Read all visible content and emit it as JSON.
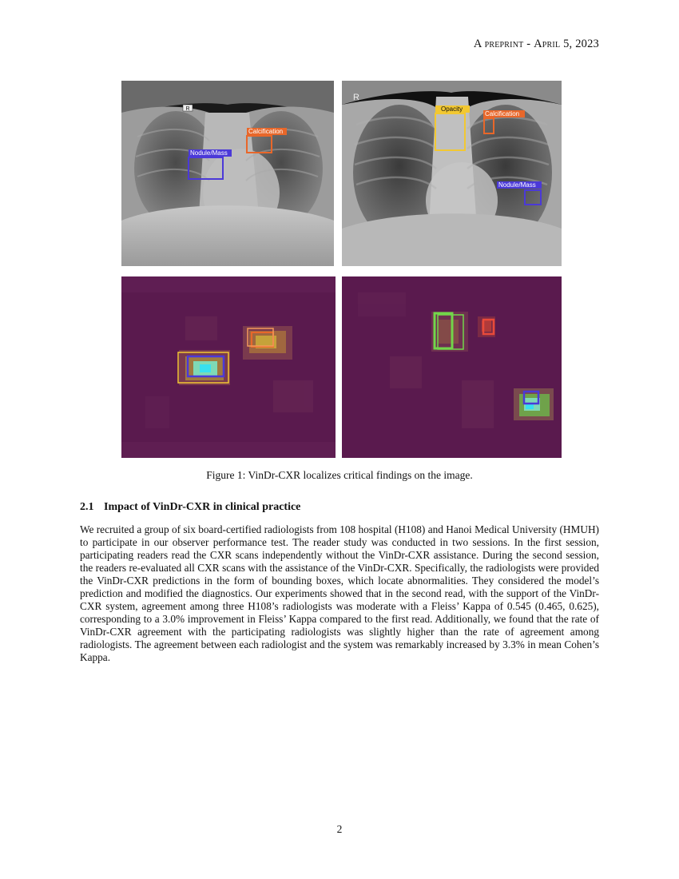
{
  "header": {
    "prefix": "A preprint",
    "separator": " - ",
    "date": "April 5, 2023"
  },
  "figure": {
    "panels": {
      "top_left": {
        "marker": "R",
        "boxes": [
          {
            "label": "Calcification",
            "color": "#e8672a"
          },
          {
            "label": "Nodule/Mass",
            "color": "#4b39d8"
          }
        ]
      },
      "top_right": {
        "marker": "R",
        "boxes": [
          {
            "label": "Opacity",
            "color": "#f2c832"
          },
          {
            "label": "Calcification",
            "color": "#e8672a"
          },
          {
            "label": "Nodule/Mass",
            "color": "#4b39d8"
          }
        ]
      }
    },
    "heatmap_colors": {
      "background": "#5a1a4e",
      "warm": "#c5a23a",
      "hot": "#7fd9b5",
      "peak": "#38e0f0"
    },
    "caption": "Figure 1: VinDr-CXR localizes critical findings on the image."
  },
  "section": {
    "number": "2.1",
    "title": "Impact of VinDr-CXR in clinical practice",
    "paragraph": "We recruited a group of six board-certified radiologists from 108 hospital (H108) and Hanoi Medical University (HMUH) to participate in our observer performance test. The reader study was conducted in two sessions. In the first session, participating readers read the CXR scans independently without the VinDr-CXR assistance. During the second session, the readers re-evaluated all CXR scans with the assistance of the VinDr-CXR. Specifically, the radiologists were provided the VinDr-CXR predictions in the form of bounding boxes, which locate abnormalities. They considered the model’s prediction and modified the diagnostics. Our experiments showed that in the second read, with the support of the VinDr-CXR system, agreement among three H108’s radiologists was moderate with a Fleiss’ Kappa of 0.545 (0.465, 0.625), corresponding to a 3.0% improvement in Fleiss’ Kappa compared to the first read. Additionally, we found that the rate of VinDr-CXR agreement with the participating radiologists was slightly higher than the rate of agreement among radiologists. The agreement between each radiologist and the system was remarkably increased by 3.3% in mean Cohen’s Kappa."
  },
  "page_number": "2"
}
